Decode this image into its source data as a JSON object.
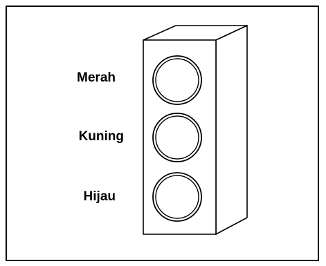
{
  "diagram": {
    "lights": [
      {
        "label": "Merah"
      },
      {
        "label": "Kuning"
      },
      {
        "label": "Hijau"
      }
    ],
    "colors": {
      "stroke": "#000000",
      "background": "#ffffff"
    }
  }
}
